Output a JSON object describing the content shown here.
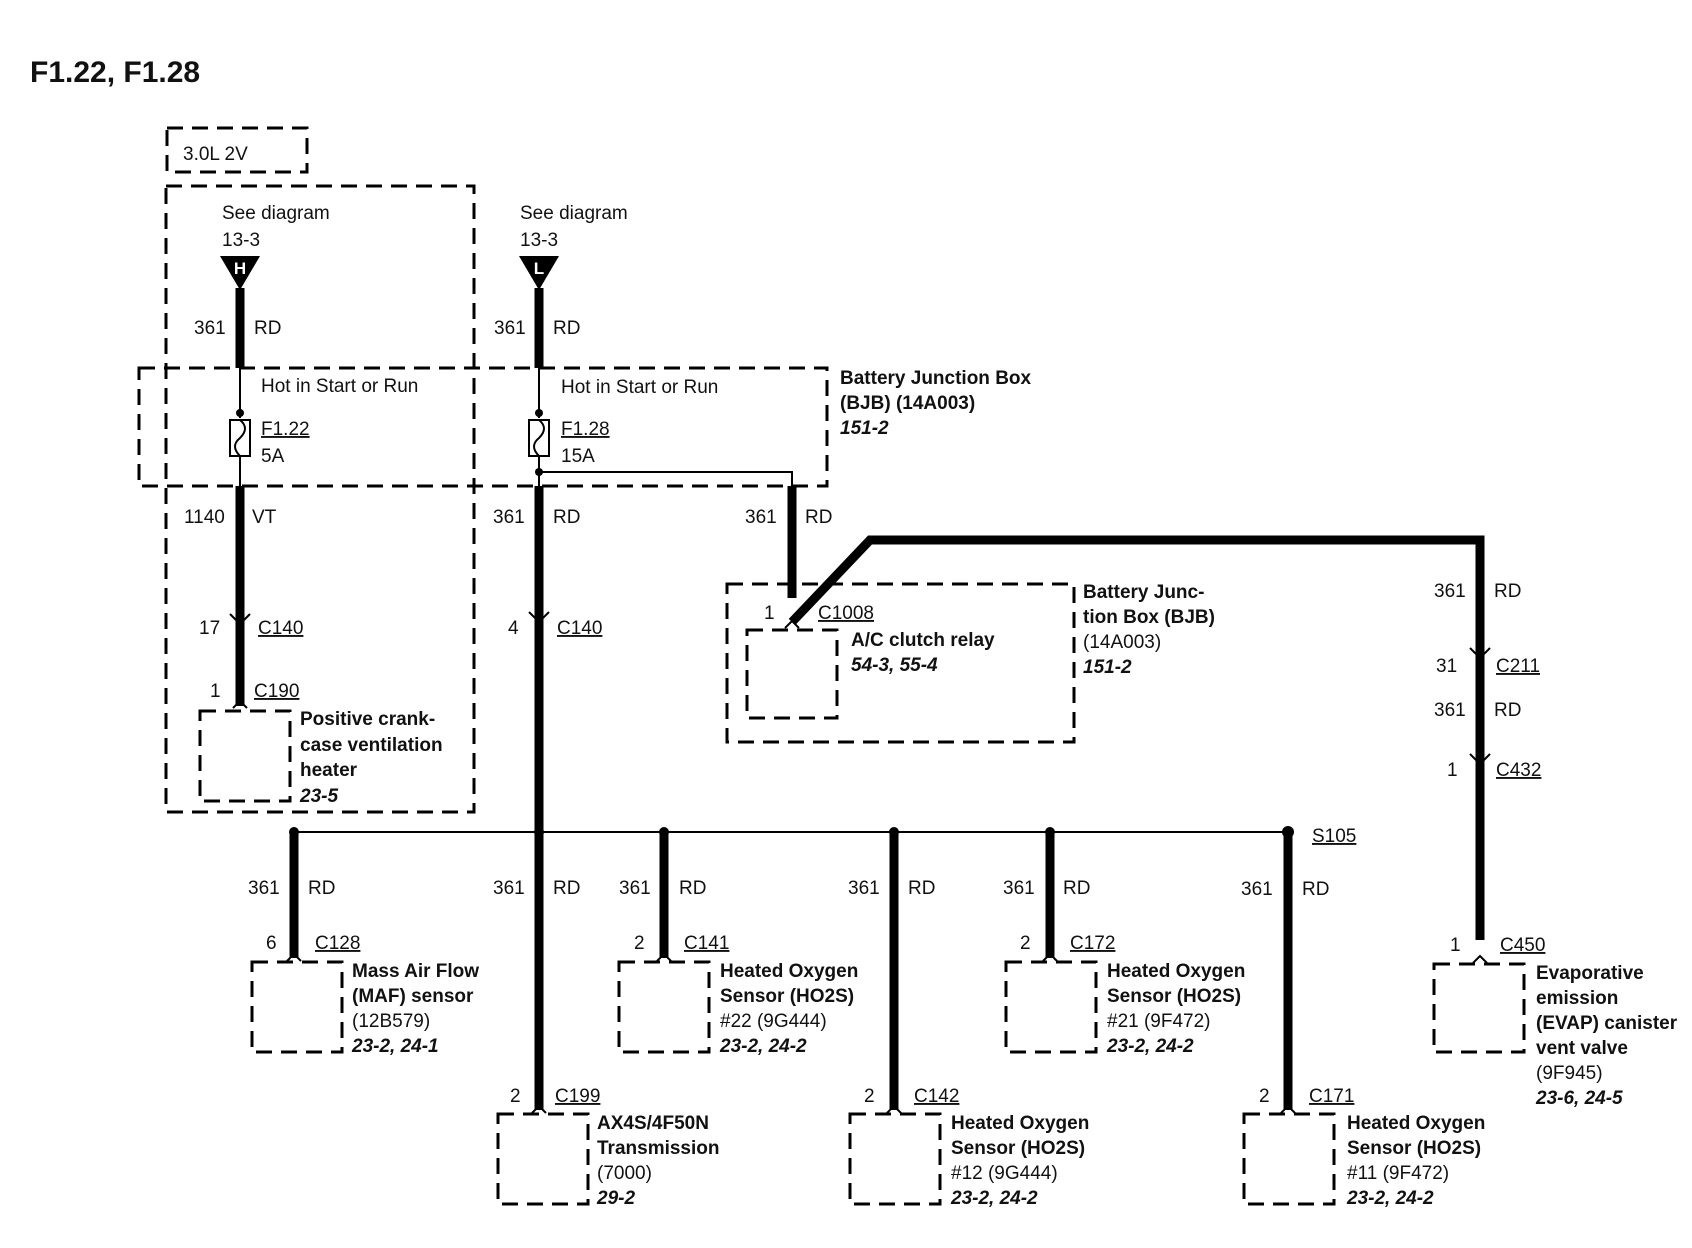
{
  "title": "F1.22, F1.28",
  "engine_tag": "3.0L 2V",
  "sources": [
    {
      "see": "See diagram",
      "ref": "13-3",
      "letter": "H",
      "circuit": "361",
      "color": "RD"
    },
    {
      "see": "See diagram",
      "ref": "13-3",
      "letter": "L",
      "circuit": "361",
      "color": "RD"
    }
  ],
  "bjb_top": {
    "name_lines": [
      "Battery Junction Box",
      "(BJB) (14A003)"
    ],
    "ref": "151-2",
    "hot_text": "Hot in Start or Run",
    "fuses": [
      {
        "name": "F1.22",
        "rating": "5A"
      },
      {
        "name": "F1.28",
        "rating": "15A"
      }
    ]
  },
  "wires": {
    "vt_circuit": "1140",
    "vt_color": "VT",
    "rd_circuit": "361",
    "rd_color": "RD"
  },
  "c140_left": {
    "pin": "17",
    "conn": "C140"
  },
  "c140_right": {
    "pin": "4",
    "conn": "C140"
  },
  "pcv_heater": {
    "pin": "1",
    "conn": "C190",
    "name_lines": [
      "Positive crank-",
      "case ventilation",
      "heater"
    ],
    "ref": "23-5"
  },
  "relay": {
    "pin": "1",
    "conn": "C1008",
    "name": "A/C clutch relay",
    "ref": "54-3, 55-4"
  },
  "bjb_right": {
    "name_lines": [
      "Battery Junc-",
      "tion Box (BJB)",
      "(14A003)"
    ],
    "ref": "151-2"
  },
  "evap_chain": [
    {
      "circuit": "361",
      "color": "RD"
    },
    {
      "pin": "31",
      "conn": "C211"
    },
    {
      "circuit": "361",
      "color": "RD"
    },
    {
      "pin": "1",
      "conn": "C432"
    }
  ],
  "splice": "S105",
  "loads": [
    {
      "circuit": "361",
      "color": "RD",
      "pin": "6",
      "conn": "C128",
      "name_lines": [
        "Mass Air Flow",
        "(MAF) sensor",
        "(12B579)"
      ],
      "ref": "23-2, 24-1"
    },
    {
      "circuit": "361",
      "color": "RD",
      "pin": "2",
      "conn": "C199",
      "name_lines": [
        "AX4S/4F50N",
        "Transmission",
        "(7000)"
      ],
      "ref": "29-2"
    },
    {
      "circuit": "361",
      "color": "RD",
      "pin": "2",
      "conn": "C141",
      "name_lines": [
        "Heated Oxygen",
        "Sensor (HO2S)",
        "#22 (9G444)"
      ],
      "ref": "23-2, 24-2"
    },
    {
      "circuit": "361",
      "color": "RD",
      "pin": "2",
      "conn": "C142",
      "name_lines": [
        "Heated Oxygen",
        "Sensor (HO2S)",
        "#12 (9G444)"
      ],
      "ref": "23-2, 24-2"
    },
    {
      "circuit": "361",
      "color": "RD",
      "pin": "2",
      "conn": "C172",
      "name_lines": [
        "Heated Oxygen",
        "Sensor (HO2S)",
        "#21 (9F472)"
      ],
      "ref": "23-2, 24-2"
    },
    {
      "circuit": "361",
      "color": "RD",
      "pin": "2",
      "conn": "C171",
      "name_lines": [
        "Heated Oxygen",
        "Sensor (HO2S)",
        "#11 (9F472)"
      ],
      "ref": "23-2, 24-2"
    },
    {
      "circuit": "361",
      "color": "RD",
      "pin": "1",
      "conn": "C450",
      "name_lines": [
        "Evaporative",
        "emission",
        "(EVAP) canister",
        "vent valve",
        "(9F945)"
      ],
      "ref": "23-6, 24-5"
    }
  ]
}
